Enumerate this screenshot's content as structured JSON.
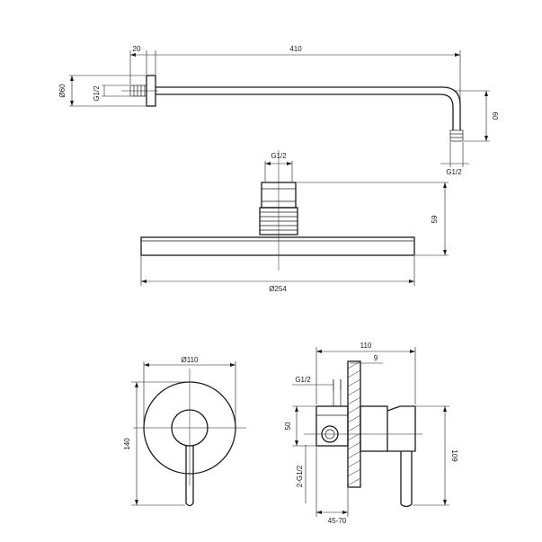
{
  "shower_arm": {
    "length": "410",
    "flange_width": "20",
    "flange_diameter": "Ø60",
    "inlet_thread": "G1/2",
    "drop_height": "60",
    "outlet_thread": "G1/2"
  },
  "shower_head": {
    "inlet_thread": "G1/2",
    "height": "59",
    "diameter": "Ø254"
  },
  "mixer_front": {
    "plate_diameter": "Ø110",
    "overall_height": "140"
  },
  "mixer_side": {
    "depth": "110",
    "wall_offset": "9",
    "outlet_thread": "G1/2",
    "inlet_spacing": "50",
    "inlet_threads": "2-G1/2",
    "handle_height": "109",
    "mounting_depth": "45-70"
  }
}
